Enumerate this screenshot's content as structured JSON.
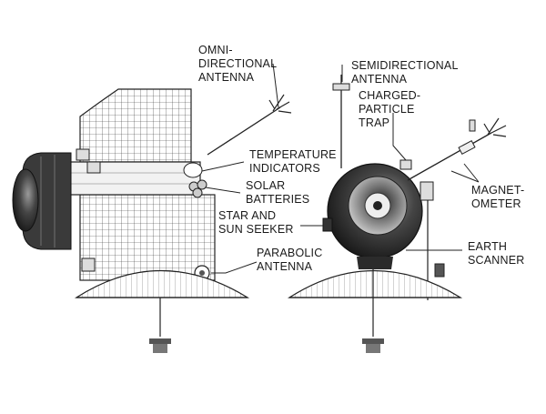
{
  "labels": {
    "omni": [
      "OMNI-",
      "DIRECTIONAL",
      "ANTENNA"
    ],
    "semi": [
      "SEMIDIRECTIONAL",
      "ANTENNA"
    ],
    "charged": [
      "CHARGED-",
      "PARTICLE",
      "TRAP"
    ],
    "temperature": [
      "TEMPERATURE",
      "INDICATORS"
    ],
    "solar": [
      "SOLAR",
      "BATTERIES"
    ],
    "star": [
      "STAR AND",
      "SUN SEEKER"
    ],
    "parabolic": [
      "PARABOLIC",
      "ANTENNA"
    ],
    "magnetometer": [
      "MAGNET-",
      "OMETER"
    ],
    "earth": [
      "EARTH",
      "SCANNER"
    ]
  },
  "colors": {
    "ink": "#1a1a1a",
    "shade": "#2b2b2b",
    "paper": "#ffffff"
  }
}
